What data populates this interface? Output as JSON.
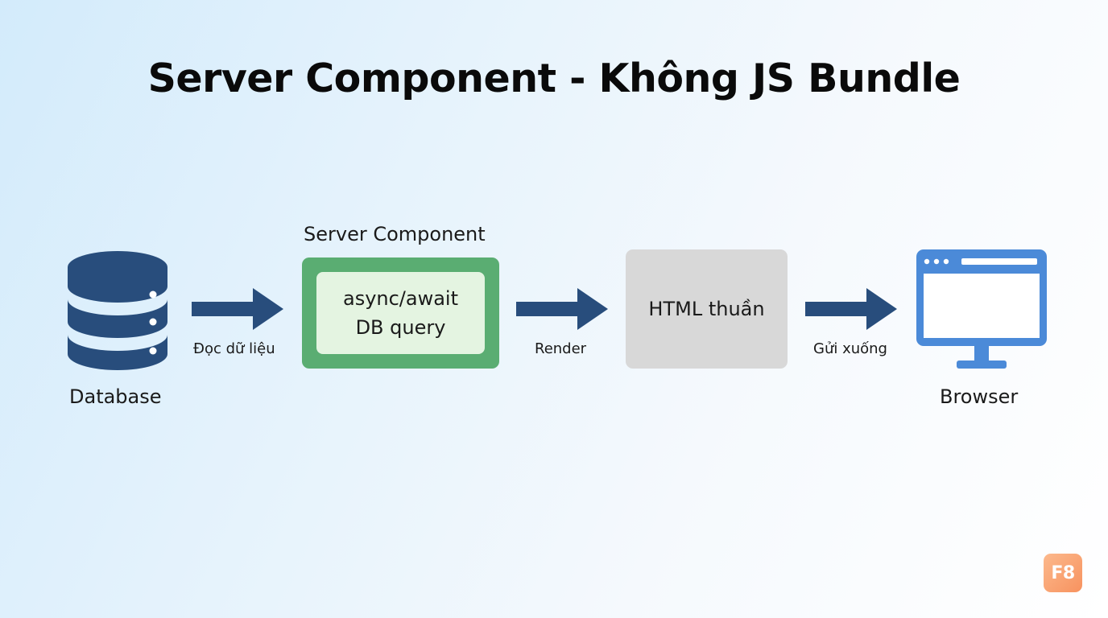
{
  "title": "Server Component - Không JS Bundle",
  "nodes": {
    "database": {
      "label": "Database",
      "icon": "database-icon"
    },
    "server_component": {
      "heading": "Server Component",
      "line1": "async/await",
      "line2": "DB query"
    },
    "html": {
      "label": "HTML thuần"
    },
    "browser": {
      "label": "Browser",
      "icon": "browser-window-icon"
    }
  },
  "edges": [
    {
      "from": "database",
      "to": "server_component",
      "label": "Đọc dữ liệu"
    },
    {
      "from": "server_component",
      "to": "html",
      "label": "Render"
    },
    {
      "from": "html",
      "to": "browser",
      "label": "Gửi xuống"
    }
  ],
  "logo": {
    "text": "F8"
  },
  "colors": {
    "arrow": "#284d7c",
    "database": "#284d7c",
    "server_border": "#5aad72",
    "server_fill": "#e4f4e1",
    "html_fill": "#d8d8d8",
    "browser": "#4b8ad8",
    "logo": "#f7925f"
  }
}
